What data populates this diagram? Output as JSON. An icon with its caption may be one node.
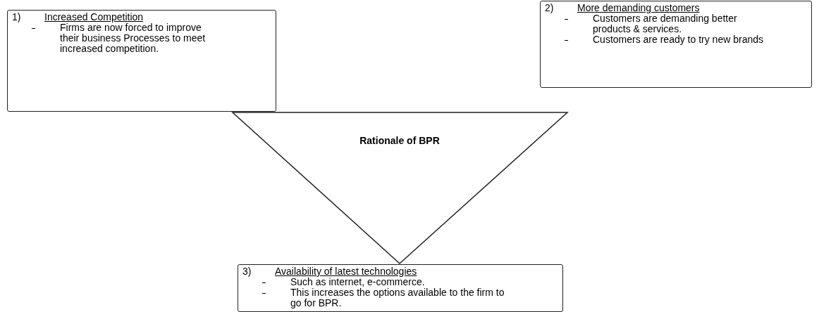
{
  "diagram": {
    "nodes": [
      {
        "text": [
          "1)",
          "Increased Competition",
          "Firms are now forced to improve their business Processes to meet increased competition."
        ]
      },
      {
        "text": [
          "2)",
          "More demanding customers",
          "Customers are demanding better products & services.",
          "Customers are ready to try new brands"
        ]
      },
      {
        "text": [
          "Rationale of BPR"
        ]
      },
      {
        "text": [
          "3)",
          "Availability of latest technologies",
          "Such as internet, e-commerce.",
          "This increases the options available to the firm to go for BPR."
        ]
      }
    ],
    "edges": []
  }
}
